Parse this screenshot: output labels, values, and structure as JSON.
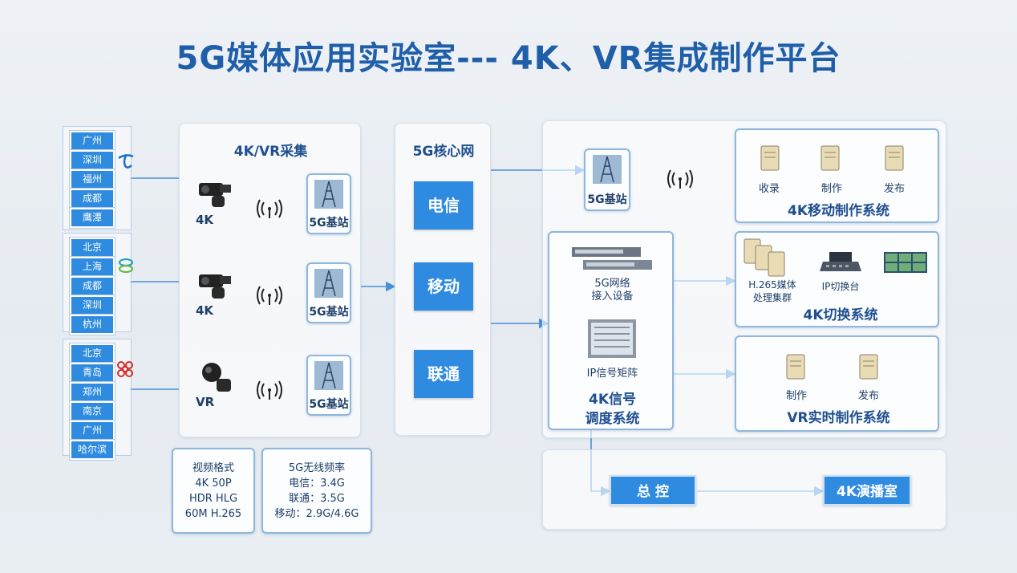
{
  "title": "5G媒体应用实验室--- 4K、VR集成制作平台",
  "operators": {
    "telecom": {
      "icon": "china-telecom-logo",
      "cities": [
        "广州",
        "深圳",
        "福州",
        "成都",
        "鹰潭"
      ]
    },
    "mobile": {
      "icon": "china-mobile-logo",
      "cities": [
        "北京",
        "上海",
        "成都",
        "深圳",
        "杭州"
      ]
    },
    "unicom": {
      "icon": "china-unicom-logo",
      "cities": [
        "北京",
        "青岛",
        "郑州",
        "南京",
        "广州",
        "哈尔滨"
      ]
    }
  },
  "capture": {
    "title": "4K/VR采集",
    "rows": [
      {
        "camera_label": "4K",
        "station_label": "5G基站"
      },
      {
        "camera_label": "4K",
        "station_label": "5G基站"
      },
      {
        "camera_label": "VR",
        "station_label": "5G基站"
      }
    ]
  },
  "core": {
    "title": "5G核心网",
    "operators": [
      "电信",
      "移动",
      "联通"
    ]
  },
  "right_station": {
    "label": "5G基站"
  },
  "dispatch": {
    "device1_label": "5G网络\n接入设备",
    "device2_label": "IP信号矩阵",
    "title_line1": "4K信号",
    "title_line2": "调度系统"
  },
  "mobile_production": {
    "title": "4K移动制作系统",
    "items": [
      "收录",
      "制作",
      "发布"
    ]
  },
  "switching": {
    "title": "4K切换系统",
    "cluster_label_1": "H.265媒体",
    "cluster_label_2": "处理集群",
    "switcher_label": "IP切换台"
  },
  "vr_production": {
    "title": "VR实时制作系统",
    "items": [
      "制作",
      "发布"
    ]
  },
  "video_format": {
    "lines": [
      "视频格式",
      "4K 50P",
      "HDR HLG",
      "60M H.265"
    ]
  },
  "frequency": {
    "lines": [
      "5G无线频率",
      "电信：3.4G",
      "联通：3.5G",
      "移动：2.9G/4.6G"
    ]
  },
  "master_control": {
    "label": "总 控"
  },
  "studio": {
    "label": "4K演播室"
  },
  "colors": {
    "accent": "#2f8be0",
    "title": "#1f5ea8",
    "line": "#4a90d9"
  }
}
